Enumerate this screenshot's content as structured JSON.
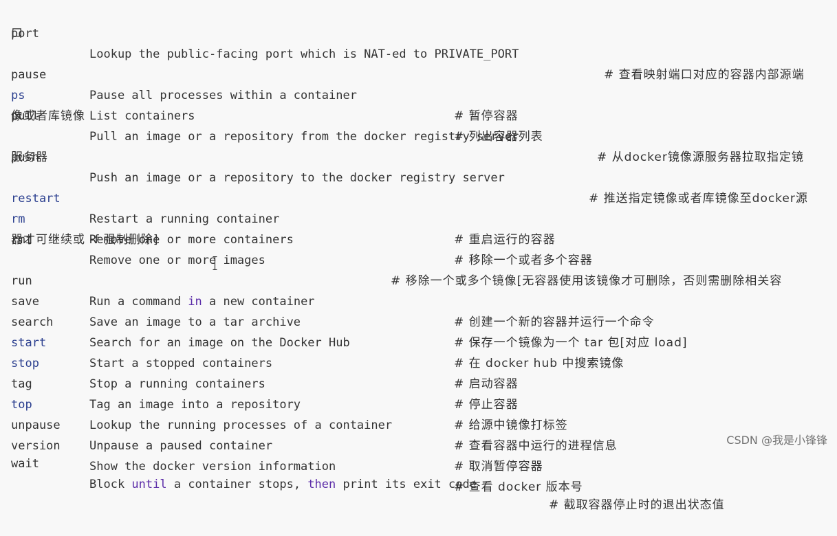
{
  "rows": [
    {
      "cmd": "port",
      "desc": "Lookup the public-facing port which is NAT-ed to PRIVATE_PORT",
      "comment": "# 查看映射端口对应的容器内部源端",
      "cont": "口"
    },
    {
      "cmd": "pause",
      "desc": "Pause all processes within a container",
      "comment": "# 暂停容器"
    },
    {
      "cmd": "ps",
      "desc": "List containers",
      "comment": "# 列出容器列表"
    },
    {
      "cmd": "pull",
      "desc": "Pull an image or a repository from the docker registry server",
      "comment": "# 从docker镜像源服务器拉取指定镜",
      "cont": "像或者库镜像"
    },
    {
      "cmd": "push",
      "desc": "Push an image or a repository to the docker registry server",
      "comment": "# 推送指定镜像或者库镜像至docker源",
      "cont": "服务器"
    },
    {
      "cmd": "restart",
      "desc": "Restart a running container",
      "comment": "# 重启运行的容器"
    },
    {
      "cmd": "rm",
      "desc": "Remove one or more containers",
      "comment": "# 移除一个或者多个容器"
    },
    {
      "cmd": "rmi",
      "desc": "Remove one or more images",
      "comment": "# 移除一个或多个镜像[无容器使用该镜像才可删除，否则需删除相关容",
      "cont": "器才可继续或 -f 强制删除]"
    },
    {
      "cmd": "run",
      "desc_pre": "Run a command ",
      "desc_hl": "in",
      "desc_post": " a new container",
      "comment": "# 创建一个新的容器并运行一个命令"
    },
    {
      "cmd": "save",
      "desc": "Save an image to a tar archive",
      "comment": "# 保存一个镜像为一个 tar 包[对应 load]"
    },
    {
      "cmd": "search",
      "desc": "Search for an image on the Docker Hub",
      "comment": "# 在 docker hub 中搜索镜像"
    },
    {
      "cmd": "start",
      "desc": "Start a stopped containers",
      "comment": "# 启动容器"
    },
    {
      "cmd": "stop",
      "desc": "Stop a running containers",
      "comment": "# 停止容器"
    },
    {
      "cmd": "tag",
      "desc": "Tag an image into a repository",
      "comment": "# 给源中镜像打标签"
    },
    {
      "cmd": "top",
      "desc": "Lookup the running processes of a container",
      "comment": "# 查看容器中运行的进程信息"
    },
    {
      "cmd": "unpause",
      "desc": "Unpause a paused container",
      "comment": "# 取消暂停容器"
    },
    {
      "cmd": "version",
      "desc": "Show the docker version information",
      "comment": "# 查看 docker 版本号"
    },
    {
      "cmd": "wait",
      "desc_a": "Block ",
      "desc_b": "until",
      "desc_c": " a container stops, ",
      "desc_d": "then",
      "desc_e": " print its exit code",
      "comment": "# 截取容器停止时的退出状态值"
    }
  ],
  "watermark": "CSDN @我是小锋锋",
  "colors": {
    "keyword_cmd": "#2b3f8f",
    "keyword_inline": "#5b2ca8",
    "text": "#333333",
    "background": "#f8f8f8"
  }
}
